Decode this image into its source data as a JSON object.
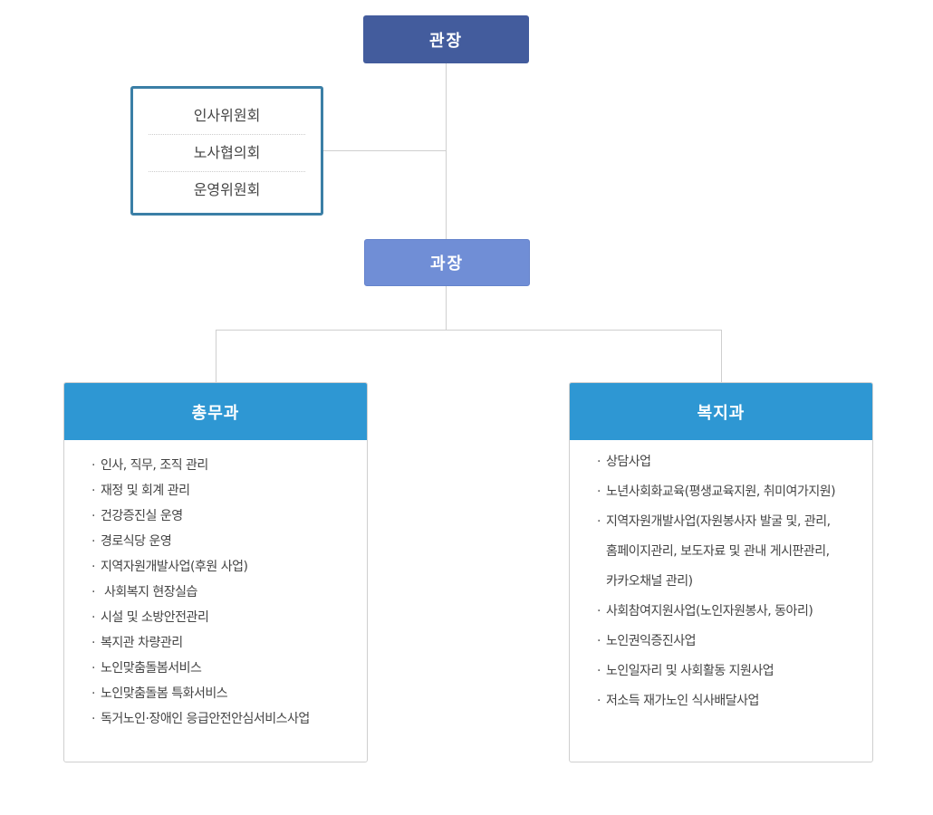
{
  "director": {
    "label": "관장"
  },
  "committees": {
    "items": [
      "인사위원회",
      "노사협의회",
      "운영위원회"
    ]
  },
  "manager": {
    "label": "과장"
  },
  "departments": {
    "general": {
      "title": "총무과",
      "items": [
        "인사, 직무, 조직 관리",
        "재정 및 회계 관리",
        "건강증진실 운영",
        "경로식당 운영",
        "지역자원개발사업(후원 사업)",
        " 사회복지 현장실습",
        "시설 및 소방안전관리",
        "복지관 차량관리",
        "노인맞춤돌봄서비스",
        "노인맞춤돌봄 특화서비스",
        "독거노인·장애인 응급안전안심서비스사업"
      ]
    },
    "welfare": {
      "title": "복지과",
      "items": [
        "상담사업",
        "노년사회화교육(평생교육지원, 취미여가지원)",
        "지역자원개발사업(자원봉사자 발굴 및, 관리,",
        "홈페이지관리, 보도자료 및 관내 게시판관리,",
        "카카오채널 관리)",
        "사회참여지원사업(노인자원봉사, 동아리)",
        "노인권익증진사업",
        "노인일자리 및 사회활동 지원사업",
        "저소득 재가노인 식사배달사업"
      ]
    }
  },
  "colors": {
    "director": "#435c9d",
    "manager": "#708ed6",
    "department_header": "#2e97d3",
    "committee_border": "#3b7fa6",
    "connector": "#cfcfcf"
  }
}
